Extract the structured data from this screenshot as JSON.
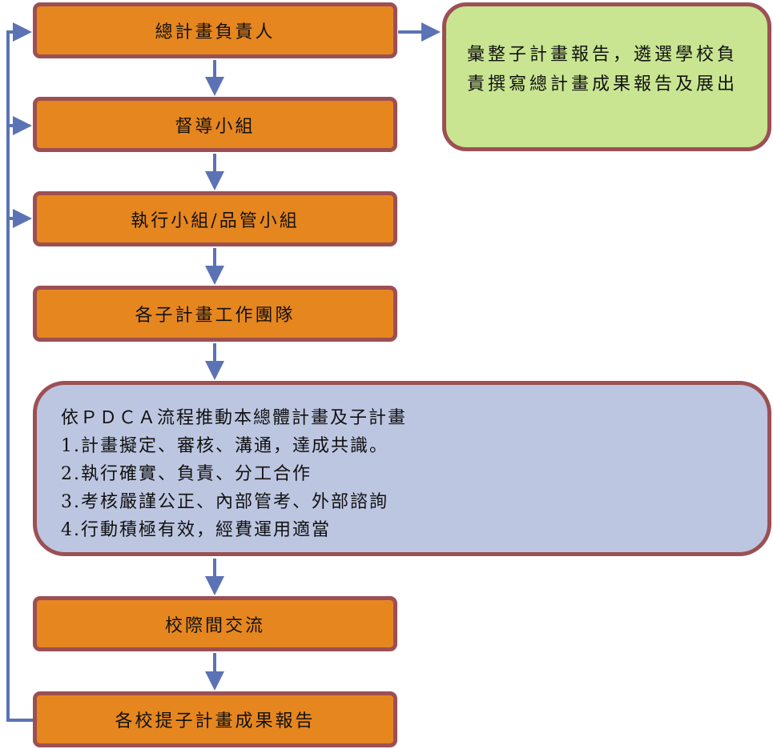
{
  "boxes": {
    "leader": "總計畫負責人",
    "supervision": "督導小組",
    "execution": "執行小組/品管小組",
    "teams": "各子計畫工作團隊",
    "exchange": "校際間交流",
    "results": "各校提子計畫成果報告"
  },
  "summary_box": "彙整子計畫報告，遴選學校負責撰寫總計畫成果報告及展出",
  "pdca_box": {
    "title": "依ＰＤＣＡ流程推動本總體計畫及子計畫",
    "items": [
      "1.計畫擬定、審核、溝通，達成共識。",
      "2.執行確實、負責、分工合作",
      "3.考核嚴謹公正、內部管考、外部諮詢",
      "4.行動積極有效，經費運用適當"
    ]
  },
  "colors": {
    "orange": "#e6861f",
    "border": "#9c5054",
    "green": "#c9e591",
    "blue_box": "#bdc6e1",
    "arrow": "#5b73b5"
  }
}
